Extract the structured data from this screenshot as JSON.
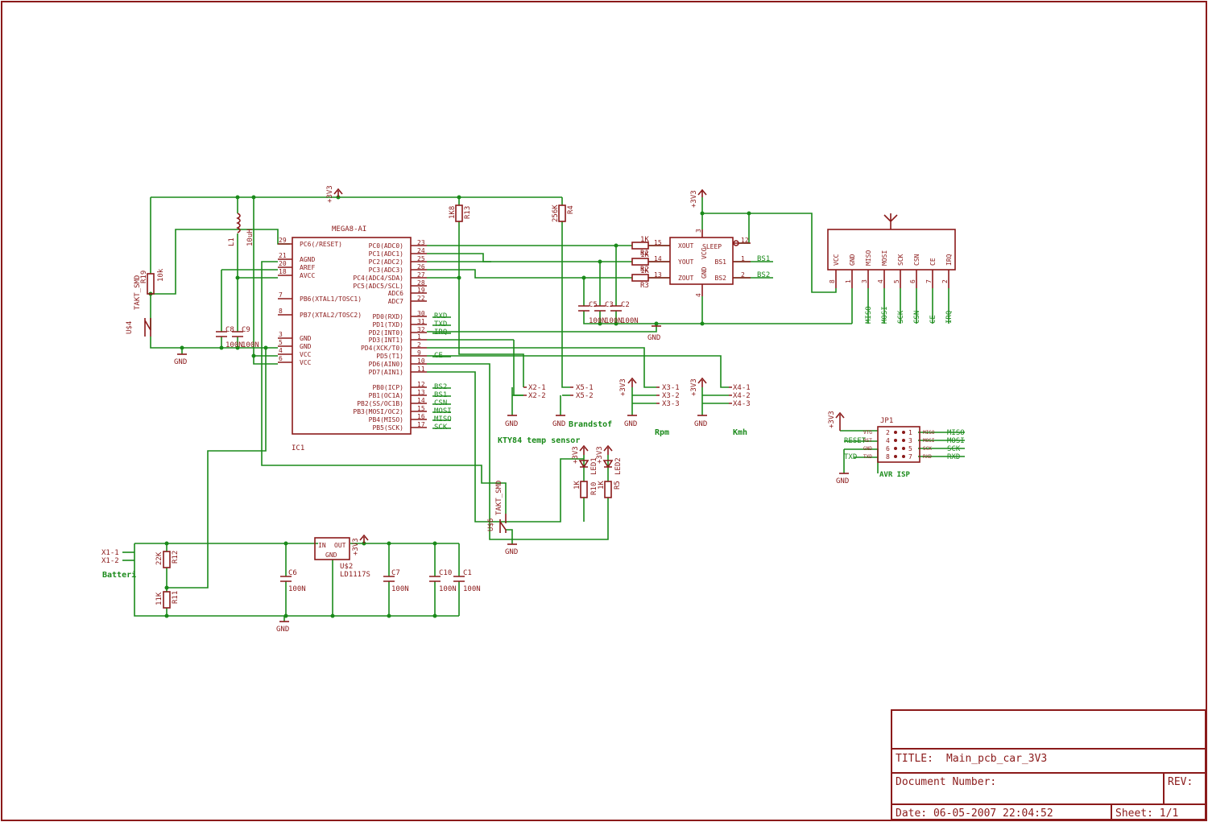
{
  "colors": {
    "symbol": "#8b1a1a",
    "wire": "#1a8a1a",
    "background": "#ffffff"
  },
  "title_block": {
    "title_label": "TITLE:",
    "title_value": "Main_pcb_car_3V3",
    "docnum_label": "Document Number:",
    "rev_label": "REV:",
    "date_label": "Date: 06-05-2007 22:04:52",
    "sheet_label": "Sheet: 1/1"
  },
  "ic1": {
    "part": "MEGA8-AI",
    "name": "IC1",
    "left_pins": [
      {
        "num": "29",
        "name": "PC6(/RESET)"
      },
      {
        "num": "21",
        "name": "AGND"
      },
      {
        "num": "20",
        "name": "AREF"
      },
      {
        "num": "18",
        "name": "AVCC"
      },
      {
        "num": "7",
        "name": "PB6(XTAL1/TOSC1)"
      },
      {
        "num": "8",
        "name": "PB7(XTAL2/TOSC2)"
      },
      {
        "num": "3",
        "name": "GND"
      },
      {
        "num": "5",
        "name": "GND"
      },
      {
        "num": "4",
        "name": "VCC"
      },
      {
        "num": "6",
        "name": "VCC"
      }
    ],
    "right_pins": [
      {
        "num": "23",
        "name": "PC0(ADC0)",
        "net": ""
      },
      {
        "num": "24",
        "name": "PC1(ADC1)",
        "net": ""
      },
      {
        "num": "25",
        "name": "PC2(ADC2)",
        "net": ""
      },
      {
        "num": "26",
        "name": "PC3(ADC3)",
        "net": ""
      },
      {
        "num": "27",
        "name": "PC4(ADC4/SDA)",
        "net": ""
      },
      {
        "num": "28",
        "name": "PC5(ADC5/SCL)",
        "net": ""
      },
      {
        "num": "19",
        "name": "ADC6",
        "net": ""
      },
      {
        "num": "22",
        "name": "ADC7",
        "net": ""
      },
      {
        "num": "30",
        "name": "PD0(RXD)",
        "net": "RXD"
      },
      {
        "num": "31",
        "name": "PD1(TXD)",
        "net": "TXD"
      },
      {
        "num": "32",
        "name": "PD2(INT0)",
        "net": "IRQ"
      },
      {
        "num": "1",
        "name": "PD3(INT1)",
        "net": ""
      },
      {
        "num": "2",
        "name": "PD4(XCK/T0)",
        "net": ""
      },
      {
        "num": "9",
        "name": "PD5(T1)",
        "net": "CE"
      },
      {
        "num": "10",
        "name": "PD6(AIN0)",
        "net": ""
      },
      {
        "num": "11",
        "name": "PD7(AIN1)",
        "net": ""
      },
      {
        "num": "12",
        "name": "PB0(ICP)",
        "net": "BS2"
      },
      {
        "num": "13",
        "name": "PB1(OC1A)",
        "net": "BS1"
      },
      {
        "num": "14",
        "name": "PB2(SS/OC1B)",
        "net": "CSN"
      },
      {
        "num": "15",
        "name": "PB3(MOSI/OC2)",
        "net": "MOSI"
      },
      {
        "num": "16",
        "name": "PB4(MISO)",
        "net": "MISO"
      },
      {
        "num": "17",
        "name": "PB5(SCK)",
        "net": "SCK"
      }
    ]
  },
  "accel": {
    "left_pins": [
      {
        "num": "15",
        "name": "XOUT"
      },
      {
        "num": "14",
        "name": "YOUT"
      },
      {
        "num": "13",
        "name": "ZOUT"
      }
    ],
    "top_labels": [
      "SLEEP",
      "VCC",
      "GND"
    ],
    "right_pins": [
      {
        "num": "12",
        "name": "",
        "net": ""
      },
      {
        "num": "1",
        "name": "BS1",
        "net": "BS1"
      },
      {
        "num": "2",
        "name": "BS2",
        "net": "BS2"
      }
    ],
    "pin3": "3",
    "pin4": "4",
    "resistors": [
      "1K",
      "1K",
      "1K"
    ],
    "resistor_names": [
      "R1",
      "R2",
      "R3"
    ]
  },
  "radio": {
    "pins": [
      {
        "name": "VCC",
        "num": "8"
      },
      {
        "name": "GND",
        "num": "1"
      },
      {
        "name": "MISO",
        "num": "3"
      },
      {
        "name": "MOSI",
        "num": "4"
      },
      {
        "name": "SCK",
        "num": "5"
      },
      {
        "name": "CSN",
        "num": "6"
      },
      {
        "name": "CE",
        "num": "7"
      },
      {
        "name": "IRQ",
        "num": "2"
      }
    ],
    "nets": [
      "MISO",
      "MOSI",
      "SCK",
      "CSN",
      "CE",
      "IRQ"
    ]
  },
  "isp": {
    "name": "JP1",
    "caption": "AVR ISP",
    "rows": [
      {
        "lnum": "2",
        "lname": "VTG",
        "rnum": "1",
        "rname": "MISO",
        "rnet": "MISO",
        "lnet": ""
      },
      {
        "lnum": "4",
        "lname": "RST",
        "rnum": "3",
        "rname": "MOSI",
        "rnet": "MOSI",
        "lnet": "RESET"
      },
      {
        "lnum": "6",
        "lname": "GND",
        "rnum": "5",
        "rname": "SCK",
        "rnet": "SCK",
        "lnet": ""
      },
      {
        "lnum": "8",
        "lname": "TXD",
        "rnum": "7",
        "rname": "RXD",
        "rnet": "RXD",
        "lnet": "TXD"
      }
    ],
    "supply": "+3V3",
    "gnd": "GND"
  },
  "labels": {
    "supply": "+3V3",
    "gnd": "GND",
    "r13": "R13",
    "r13_val": "1K8",
    "r4": "R4",
    "r4_val": "256K",
    "r19": "R19",
    "r19_val": "10k",
    "l1": "L1",
    "l1_val": "10uH",
    "u4": "U$4",
    "u4_part": "TAKT_SMD",
    "u6": "U$6",
    "u6_part": "TAKT_SMD",
    "c8": "C8",
    "c9": "C9",
    "c8_val": "100N",
    "c9_val": "100N",
    "c5": "C5",
    "c3": "C3",
    "c2": "C2",
    "c5_val": "100N",
    "c3_val": "100N",
    "c2_val": "100N",
    "x2_1": "X2-1",
    "x2_2": "X2-2",
    "x5_1": "X5-1",
    "x5_2": "X5-2",
    "x3_1": "X3-1",
    "x3_2": "X3-2",
    "x3_3": "X3-3",
    "x4_1": "X4-1",
    "x4_2": "X4-2",
    "x4_3": "X4-3",
    "brandstof": "Brandstof",
    "kty": "KTY84 temp sensor",
    "rpm": "Rpm",
    "kmh": "Kmh",
    "led1": "LED1",
    "led2": "LED2",
    "r10": "R10",
    "r5": "R5",
    "r10_val": "1K",
    "r5_val": "1K",
    "x1_1": "X1-1",
    "x1_2": "X1-2",
    "batteri": "Batteri",
    "r12": "R12",
    "r12_val": "22K",
    "r11": "R11",
    "r11_val": "11K",
    "u2": "U$2",
    "u2_part": "LD1117S",
    "reg_in": "IN",
    "reg_out": "OUT",
    "reg_gnd": "GND",
    "c6": "C6",
    "c7": "C7",
    "c10": "C10",
    "c1": "C1",
    "c6_val": "100N",
    "c7_val": "100N",
    "c10_val": "100N",
    "c1_val": "100N"
  }
}
